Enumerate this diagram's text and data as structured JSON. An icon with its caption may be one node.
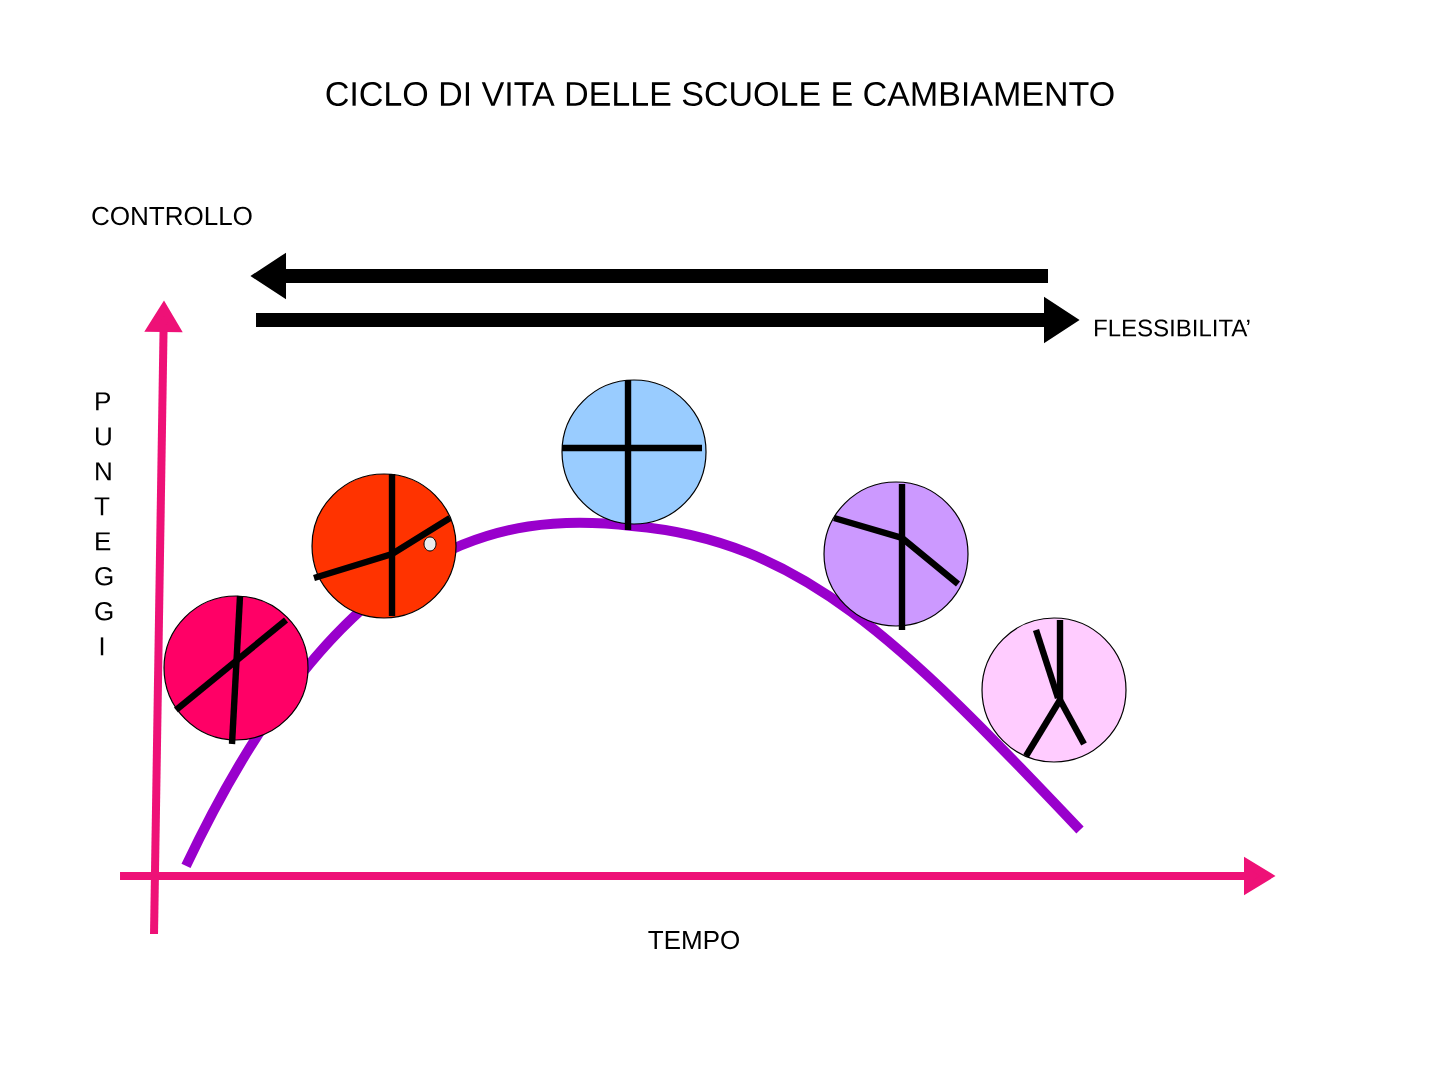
{
  "diagram": {
    "title": "CICLO DI VITA DELLE SCUOLE E CAMBIAMENTO",
    "labels": [
      "CONTROLLO",
      "FLESSIBILITA’",
      "P U N T E G G I",
      "TEMPO"
    ]
  }
}
